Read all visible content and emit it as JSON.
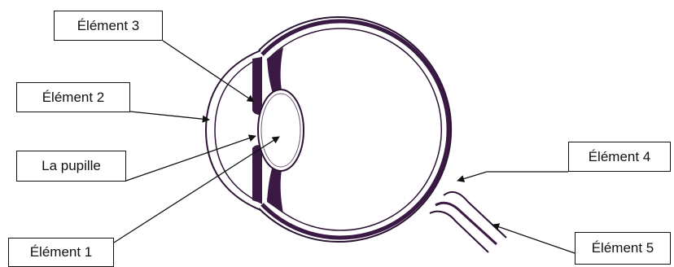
{
  "labels": {
    "element3": "Élément 3",
    "element2": "Élément 2",
    "pupille": "La pupille",
    "element1": "Élément 1",
    "element4": "Élément 4",
    "element5": "Élément 5"
  },
  "colors": {
    "eye_outline": "#2b1433",
    "eye_dark": "#3a1a45",
    "label_border": "#111111",
    "arrow": "#111111"
  }
}
